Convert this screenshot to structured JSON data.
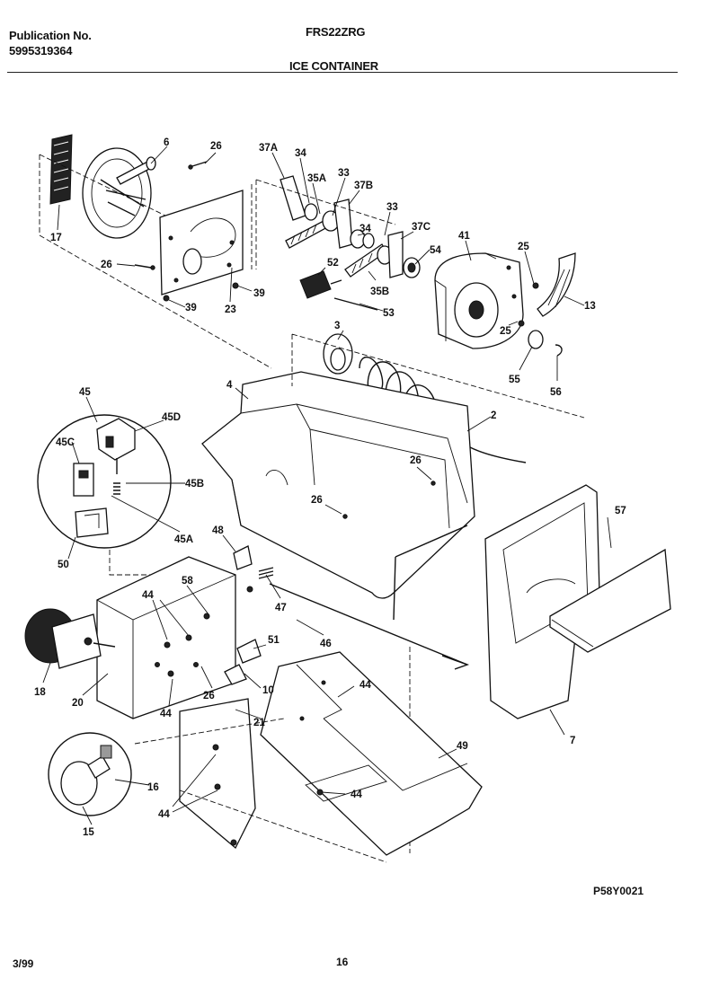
{
  "header": {
    "publication_label": "Publication No.",
    "publication_number": "5995319364",
    "model": "FRS22ZRG",
    "section_title": "ICE CONTAINER"
  },
  "footer": {
    "date": "3/99",
    "page_number": "16",
    "diagram_code": "P58Y0021"
  },
  "callouts": {
    "c6": "6",
    "c26a": "26",
    "c17": "17",
    "c26b": "26",
    "c39a": "39",
    "c23": "23",
    "c39b": "39",
    "c37a": "37A",
    "c34a": "34",
    "c35a": "35A",
    "c33a": "33",
    "c37b": "37B",
    "c34b": "34",
    "c33b": "33",
    "c37c": "37C",
    "c54": "54",
    "c52": "52",
    "c35b": "35B",
    "c53": "53",
    "c41": "41",
    "c25a": "25",
    "c13": "13",
    "c25b": "25",
    "c55": "55",
    "c56": "56",
    "c3": "3",
    "c4": "4",
    "c2": "2",
    "c26c": "26",
    "c26d": "26",
    "c45": "45",
    "c45d": "45D",
    "c45c": "45C",
    "c45b": "45B",
    "c45a": "45A",
    "c50": "50",
    "c48": "48",
    "c47": "47",
    "c58": "58",
    "c44a": "44",
    "c46": "46",
    "c51": "51",
    "c18": "18",
    "c20": "20",
    "c26e": "26",
    "c10": "10",
    "c44b": "44",
    "c44c": "44",
    "c21": "21",
    "c57": "57",
    "c7": "7",
    "c49": "49",
    "c16": "16",
    "c15": "15",
    "c44d": "44",
    "c44e": "44"
  }
}
